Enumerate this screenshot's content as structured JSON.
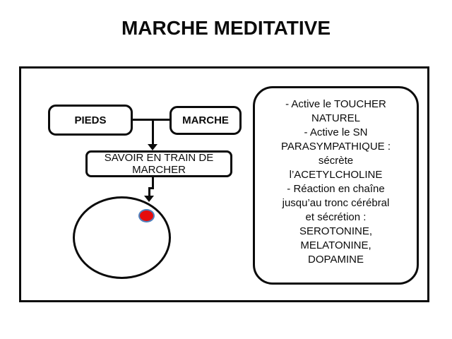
{
  "title": "MARCHE MEDITATIVE",
  "colors": {
    "ink": "#0b0b0b",
    "background": "#ffffff",
    "red_dot_fill": "#e60c0c",
    "red_dot_border": "#4f81bd"
  },
  "diagram": {
    "node_pieds": "PIEDS",
    "node_marche": "MARCHE",
    "node_savoir_line1": "SAVOIR EN TRAIN DE",
    "node_savoir_line2": "MARCHER"
  },
  "panel": {
    "lines": [
      "- Active le TOUCHER",
      "NATUREL",
      "- Active le SN",
      "PARASYMPATHIQUE :",
      "sécrète",
      "l’ACETYLCHOLINE",
      "- Réaction en chaîne",
      "jusqu’au tronc cérébral",
      "et sécrétion :",
      "SEROTONINE,",
      "MELATONINE,",
      "DOPAMINE"
    ]
  }
}
